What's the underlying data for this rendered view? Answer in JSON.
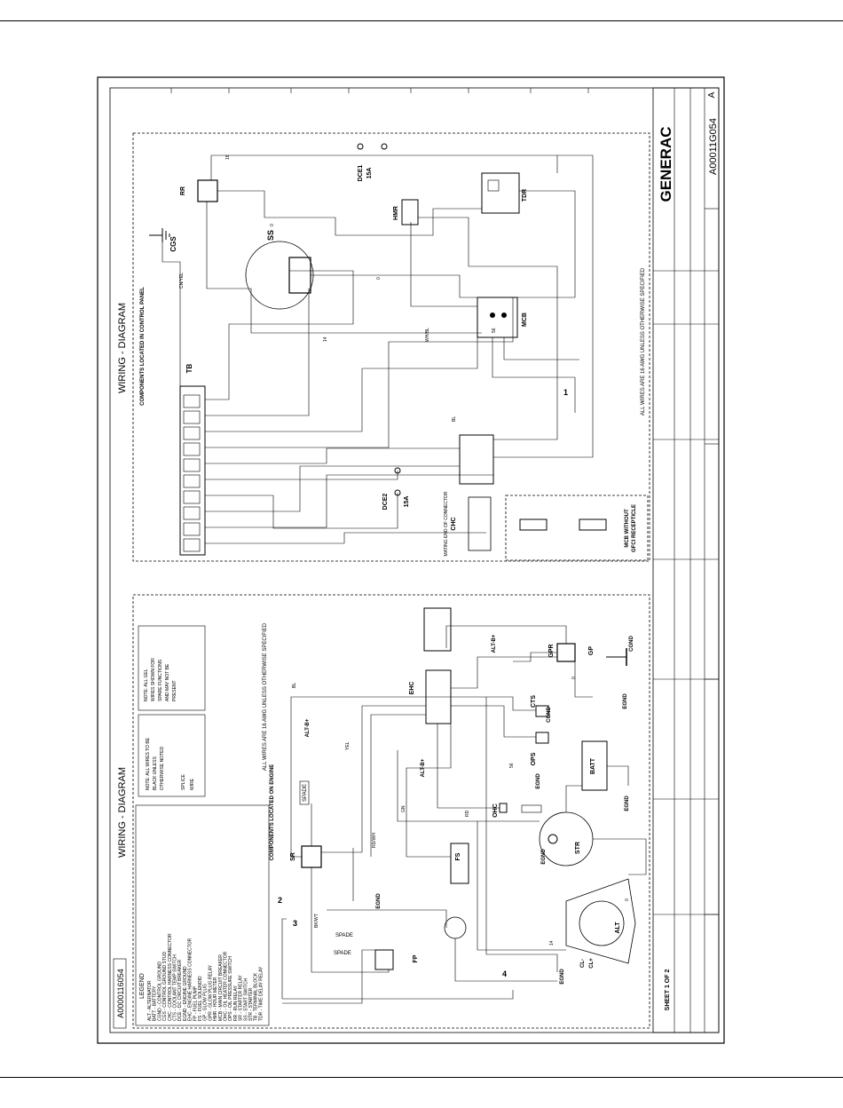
{
  "page": {
    "brand": "GENERAC",
    "drawing_number": "A0000116054",
    "drawing_number_alt": "A00011G054",
    "sheet_label": "SHEET 1 OF 2",
    "revision": "A"
  },
  "control_panel": {
    "heading": "WIRING - DIAGRAM",
    "subheading": "COMPONENTS LOCATED IN CONTROL PANEL",
    "components": {
      "rr": "RR",
      "dce1": "DCE1",
      "dce1_rating": "15A",
      "hmr": "HMR",
      "tdr": "TDR",
      "ss": "SS",
      "cgs": "CGS",
      "tb": "TB",
      "mcb": "MCB",
      "dce2": "DCE2",
      "dce2_rating": "15A",
      "chc": "CHC",
      "chc_note": "MATING END OF CONNECTOR",
      "marker_1": "1",
      "mcb_note_line1": "MCB WITHOUT",
      "mcb_note_line2": "GFCI RECEPTICLE"
    },
    "side_note": "ALL WIRES ARE 16 AWG UNLESS OTHERWISE SPECIFIED"
  },
  "engine": {
    "heading": "WIRING - DIAGRAM",
    "subheading": "COMPONENTS LOCATED ON ENGINE",
    "components": {
      "sr": "SR",
      "fp": "FP",
      "fs": "FS",
      "ehc": "EHC",
      "ohc": "OHC",
      "str": "STR",
      "alt": "ALT",
      "batt": "BATT",
      "gp": "GP",
      "gpr": "GPR",
      "cts": "CTS",
      "ops": "OPS",
      "alt_b1": "ALT-B+",
      "alt_b2": "ALT-B+",
      "alt_b3": "ALT-B+",
      "egnd": "EGND",
      "cgnd": "CGND",
      "spade": "SPADE",
      "cl_plus": "CL+",
      "cl_minus": "CL-",
      "marker_2": "2",
      "marker_3": "3",
      "marker_4": "4"
    },
    "side_note": "ALL WIRES ARE 16 AWG UNLESS OTHERWISE SPECIFIED",
    "legend_title": "LEGEND",
    "legend": [
      "ALT - ALTERNATOR",
      "BATT - BATTERY",
      "CGND - CONTROL GROUND",
      "CGS - CONTROL GROUND STUD",
      "CHC - CONTROL HARNESS CONNECTOR",
      "CTS - COOLANT TEMP SWITCH",
      "DCE - DC CIRCUIT BREAKER",
      "EGND - ENGINE GROUND",
      "EHC - ENGINE HARNESS CONNECTOR",
      "FP - FUEL PUMP",
      "FS - FUEL SOLENOID",
      "GP - GLOW PLUG",
      "GPR - GLOW PLUG RELAY",
      "HMR - HOUR METER",
      "MCB - MAIN CIRCUIT BREAKER",
      "OHC - OIL HEATER CONNECTOR",
      "OPS - OIL PRESSURE SWITCH",
      "RR - RUN RELAY",
      "SR - STARTER RELAY",
      "SS - START SWITCH",
      "STR - STARTER",
      "TB - TERMINAL BLOCK",
      "TDR - TIME DELAY RELAY"
    ],
    "note_wire": [
      "NOTE: ALL WIRES TO BE",
      "BLACK UNLESS",
      "OTHERWISE NOTED"
    ],
    "note_splice": [
      "SPLICE",
      "WIRE"
    ],
    "note_spare": [
      "NOTE: ALL GEL",
      "WIRES SHOWN FOR",
      "SPARE FUNCTIONS",
      "AND MAY NOT BE",
      "PRESENT"
    ]
  },
  "wire_labels": [
    "18",
    "15A",
    "0",
    "14",
    "0",
    "WH/BL",
    "BL",
    "CN/YEL",
    "56",
    "BL",
    "YEL",
    "RD/WH",
    "GN",
    "BK/WT",
    "RD",
    "56",
    "14",
    "0",
    "0"
  ]
}
